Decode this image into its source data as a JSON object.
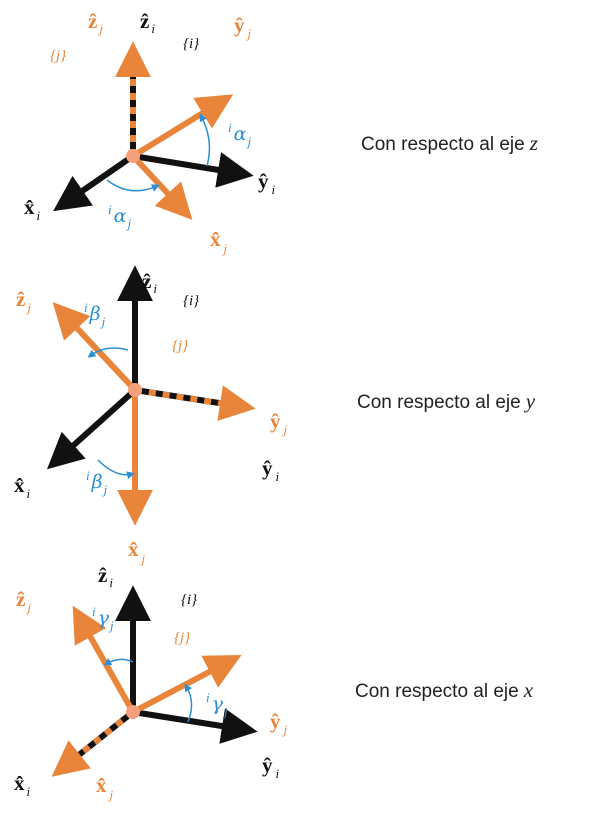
{
  "colors": {
    "frame_i": "#111111",
    "frame_j": "#e8853a",
    "angle": "#2b8fd6",
    "origin": "#f4a07a",
    "caption": "#222222"
  },
  "panels": [
    {
      "caption": "Con respecto al eje",
      "caption_axis": "z",
      "frame_i_label": "{i}",
      "frame_j_label": "{j}",
      "axis_labels": {
        "x_i": {
          "main": "x̂",
          "sub": "i"
        },
        "y_i": {
          "main": "ŷ",
          "sub": "i"
        },
        "z_i": {
          "main": "ẑ",
          "sub": "i"
        },
        "x_j": {
          "main": "x̂",
          "sub": "j"
        },
        "y_j": {
          "main": "ŷ",
          "sub": "j"
        },
        "z_j": {
          "main": "ẑ",
          "sub": "j"
        }
      },
      "angle_labels": [
        {
          "pre": "i",
          "greek": "α",
          "sub": "j"
        },
        {
          "pre": "i",
          "greek": "α",
          "sub": "j"
        }
      ]
    },
    {
      "caption": "Con respecto al eje",
      "caption_axis": "y",
      "frame_i_label": "{i}",
      "frame_j_label": "{j}",
      "axis_labels": {
        "x_i": {
          "main": "x̂",
          "sub": "i"
        },
        "y_i": {
          "main": "ŷ",
          "sub": "i"
        },
        "z_i": {
          "main": "ẑ",
          "sub": "i"
        },
        "x_j": {
          "main": "x̂",
          "sub": "j"
        },
        "y_j": {
          "main": "ŷ",
          "sub": "j"
        },
        "z_j": {
          "main": "ẑ",
          "sub": "j"
        }
      },
      "angle_labels": [
        {
          "pre": "i",
          "greek": "β",
          "sub": "j"
        },
        {
          "pre": "i",
          "greek": "β",
          "sub": "j"
        }
      ]
    },
    {
      "caption": "Con respecto al eje",
      "caption_axis": "x",
      "frame_i_label": "{i}",
      "frame_j_label": "{j}",
      "axis_labels": {
        "x_i": {
          "main": "x̂",
          "sub": "i"
        },
        "y_i": {
          "main": "ŷ",
          "sub": "i"
        },
        "z_i": {
          "main": "ẑ",
          "sub": "i"
        },
        "x_j": {
          "main": "x̂",
          "sub": "j"
        },
        "y_j": {
          "main": "ŷ",
          "sub": "j"
        },
        "z_j": {
          "main": "ẑ",
          "sub": "j"
        }
      },
      "angle_labels": [
        {
          "pre": "i",
          "greek": "γ",
          "sub": "j"
        },
        {
          "pre": "i",
          "greek": "γ",
          "sub": "j"
        }
      ]
    }
  ]
}
